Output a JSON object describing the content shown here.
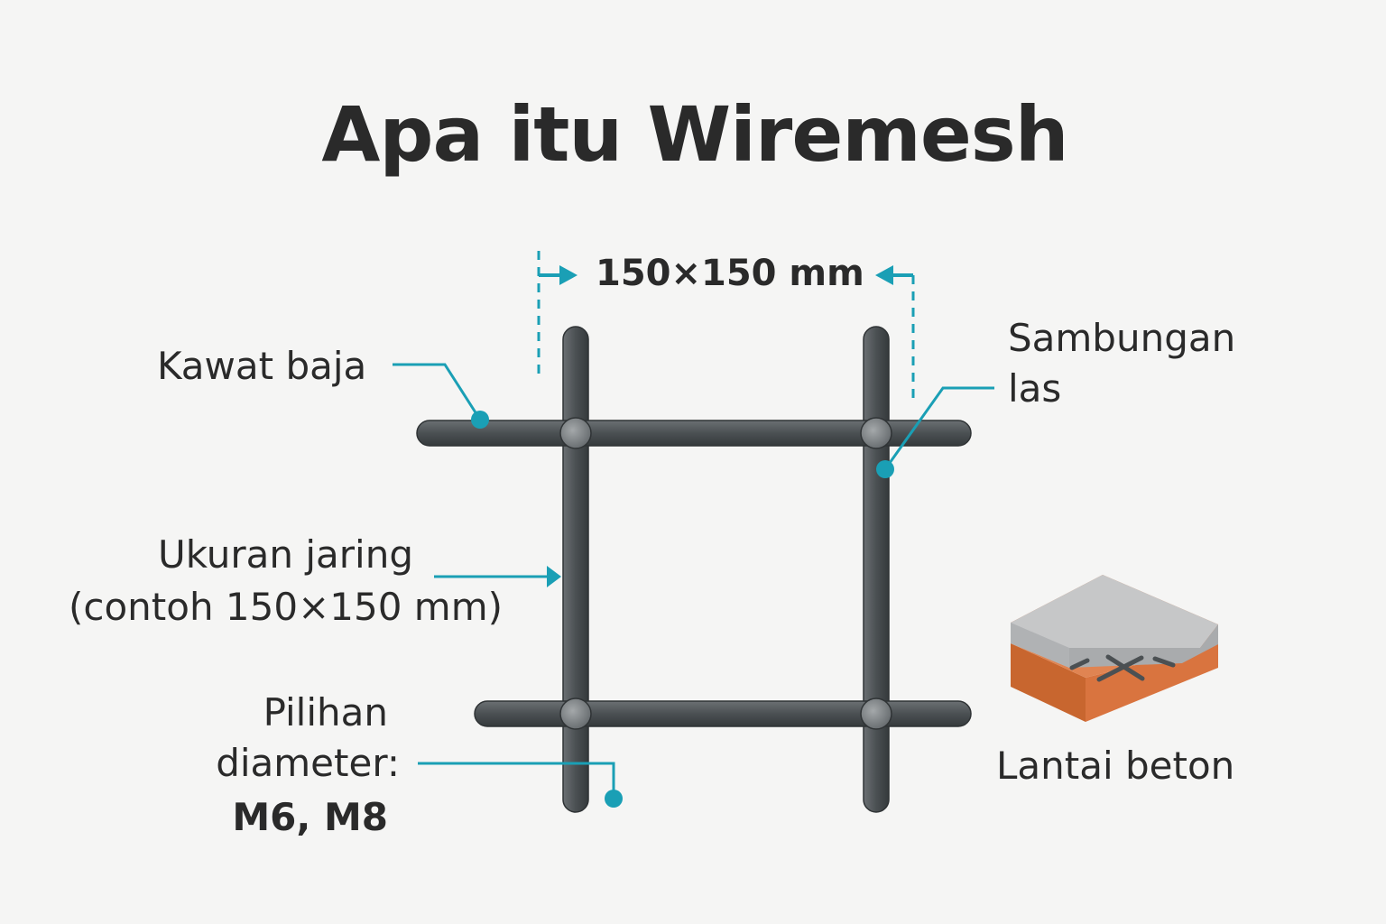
{
  "title": "Apa itu Wiremesh",
  "dimension_label": "150×150 mm",
  "labels": {
    "kawat": "Kawat baja",
    "sambungan_1": "Sambungan",
    "sambungan_2": "las",
    "ukuran_1": "Ukuran jaring",
    "ukuran_2": "(contoh 150×150 mm)",
    "pilihan_1": "Pilihan",
    "pilihan_2": "diameter:",
    "pilihan_3": "M6, M8",
    "lantai": "Lantai beton"
  },
  "colors": {
    "accent": "#1a9fb5",
    "steel": "#4b5053",
    "concrete": "#c6c7c8",
    "soil": "#d9743f",
    "background": "#f5f5f4"
  }
}
